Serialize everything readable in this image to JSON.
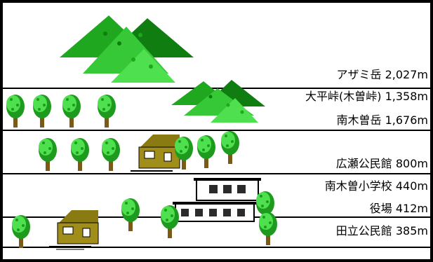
{
  "labels": [
    {
      "text": "アザミ岳 2,027m"
    },
    {
      "text": "大平峠(木曽峠) 1,358m"
    },
    {
      "text": "南木曽岳 1,676m"
    },
    {
      "text": "広瀬公民館 800m"
    },
    {
      "text": "南木曽小学校 440m"
    },
    {
      "text": "役場 412m"
    },
    {
      "text": "田立公民館 385m"
    }
  ],
  "icons": {
    "mountain": "mountain-icon",
    "tree": "tree-icon",
    "house": "house-icon",
    "school": "school-building-icon"
  },
  "colors": {
    "mountain_light": "#37c837",
    "mountain_mid": "#1fa81f",
    "mountain_dark": "#0f7d0f",
    "tree_light": "#4ee04e",
    "tree_dark": "#1e9a1e",
    "house_roof": "#8a7a12",
    "house_body": "#a08d1a",
    "school_window": "#2b2b2b"
  }
}
